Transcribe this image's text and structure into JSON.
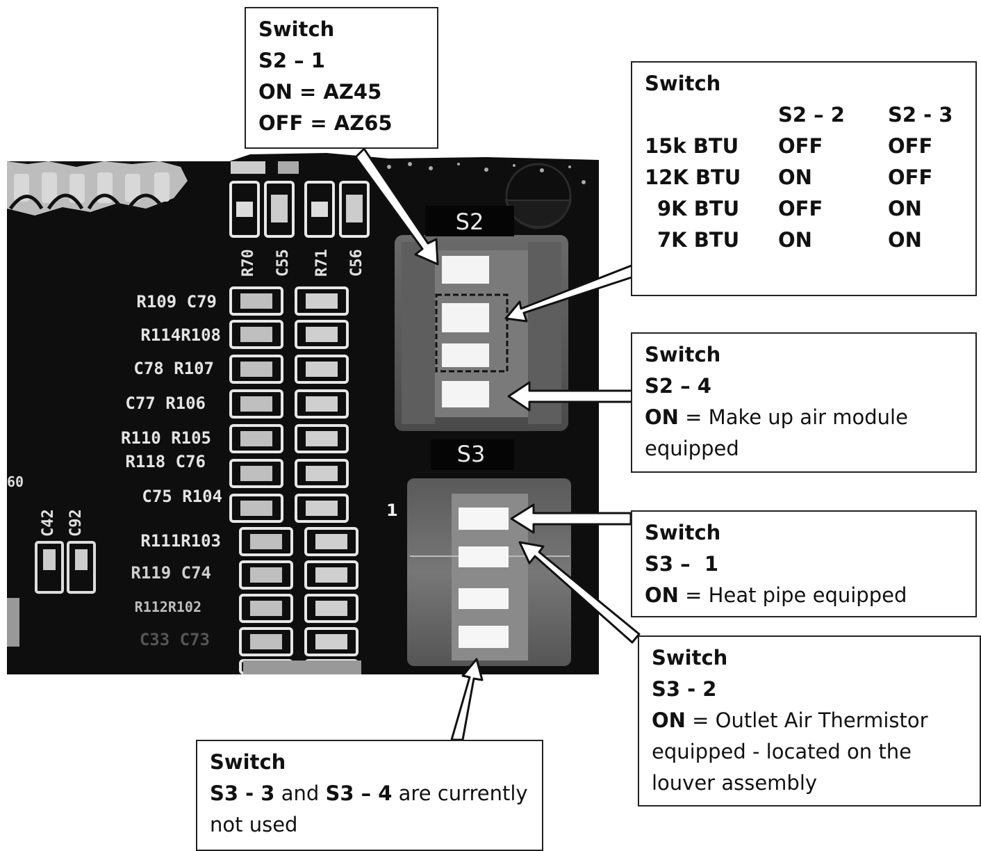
{
  "board": {
    "switch_labels": [
      "S2",
      "S3"
    ],
    "pin_one_label": "1",
    "edge_label": "60",
    "vertical_labels": [
      "R70",
      "C55",
      "R71",
      "C56",
      "C42",
      "C92"
    ],
    "component_rows": [
      "R109 C79",
      "R114R108",
      "C78 R107",
      "C77  R106",
      "R110 R105",
      "R118 C76",
      "C75 R104",
      "R111R103",
      "R119 C74",
      "R112R102",
      "C33 C73"
    ]
  },
  "callouts": {
    "s2_1": {
      "title": "Switch",
      "switch_id": "S2 – 1",
      "on": "ON = AZ45",
      "off": "OFF = AZ65"
    },
    "btu": {
      "title": "Switch",
      "columns": [
        "",
        "S2 – 2",
        "S2 - 3"
      ],
      "rows": [
        [
          "15k BTU",
          "OFF",
          "OFF"
        ],
        [
          "12K BTU",
          "ON",
          "OFF"
        ],
        [
          "9K BTU",
          "OFF",
          "ON"
        ],
        [
          "7K BTU",
          "ON",
          "ON"
        ]
      ]
    },
    "s2_4": {
      "title": "Switch",
      "switch_id": "S2 – 4",
      "on_key": "ON",
      "on_text": " = Make up air module",
      "on_text_2": "equipped"
    },
    "s3_1": {
      "title": "Switch",
      "switch_id": "S3 –  1",
      "on_key": "ON",
      "on_text": " = Heat pipe equipped"
    },
    "s3_2": {
      "title": "Switch",
      "switch_id": "S3 - 2",
      "on_key": "ON",
      "on_text": " = Outlet Air Thermistor",
      "on_text_2": "equipped - located on the",
      "on_text_3": "louver assembly"
    },
    "s3_34": {
      "title": "Switch",
      "key_1": "S3 - 3",
      "mid_1": " and ",
      "key_2": "S3 – 4",
      "mid_2": " are currently",
      "tail": "not used"
    }
  }
}
